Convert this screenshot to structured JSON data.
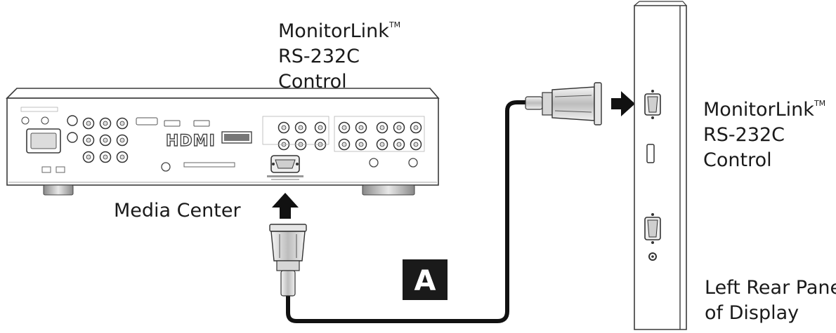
{
  "labels": {
    "monitorlink_top": {
      "line1": "MonitorLink",
      "tm": "TM",
      "line2": "RS-232C",
      "line3": "Control"
    },
    "monitorlink_right": {
      "line1": "MonitorLink",
      "tm": "TM",
      "line2": "RS-232C",
      "line3": "Control"
    },
    "media_center": "Media Center",
    "left_rear_panel": {
      "line1": "Left Rear Panel",
      "line2": "of Display"
    }
  },
  "badge": "A",
  "panel_marks": {
    "hdmi": "HDMI"
  },
  "colors": {
    "outline": "#3a3a3a",
    "cable": "#111111",
    "badge_bg": "#1a1a1a",
    "badge_text": "#ffffff",
    "arrow": "#111111"
  }
}
